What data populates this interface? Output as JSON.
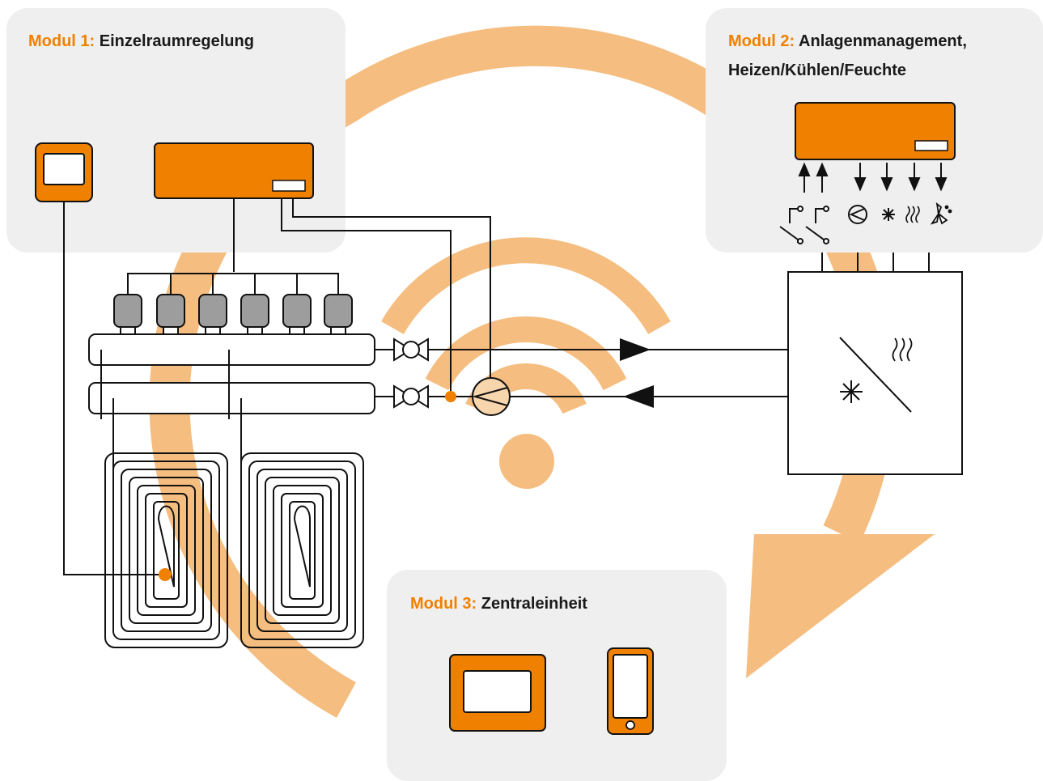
{
  "colors": {
    "accent": "#f08000",
    "accent_light": "#f5bd7f",
    "panel": "#efefef",
    "actuator": "#9d9d9d",
    "line": "#111111"
  },
  "modules": [
    {
      "prefix": "Modul 1:",
      "title": "Einzelraumregelung"
    },
    {
      "prefix": "Modul 2:",
      "title": "Anlagenmanagement,",
      "title_line2": "Heizen/Kühlen/Feuchte"
    },
    {
      "prefix": "Modul 3:",
      "title": "Zentraleinheit"
    }
  ],
  "icons": {
    "background": [
      "cycle-arrow-icon",
      "wifi-icon"
    ],
    "module1": [
      "room-thermostat-icon",
      "control-unit-icon",
      "actuator-icon",
      "manifold-icon",
      "valve-icon",
      "pump-icon",
      "underfloor-heating-loop-icon",
      "sensor-dot-icon"
    ],
    "module2": [
      "controller-icon",
      "input-arrow-icon",
      "output-arrow-icon",
      "switch-contact-icon",
      "pump-symbol-icon",
      "snowflake-icon",
      "heat-waves-icon",
      "humidity-fan-icon",
      "heat-pump-unit-icon",
      "flow-arrow-icon"
    ],
    "module3": [
      "wall-display-icon",
      "smartphone-icon"
    ]
  }
}
